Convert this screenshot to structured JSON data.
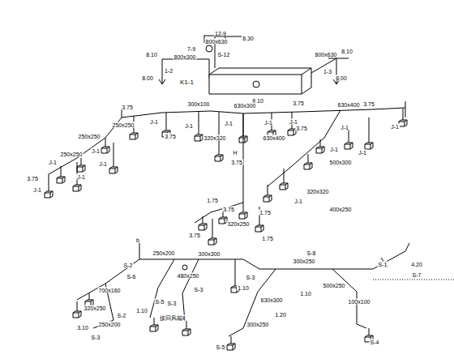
{
  "diagram": {
    "nodes": [
      {
        "text": [
          "K1-1"
        ]
      }
    ],
    "labels": [
      "12-9",
      "800x630",
      "8.30",
      "7-9",
      "S-12",
      "8.10",
      "800x300",
      "800x630",
      "8.10",
      "1-2",
      "8.00",
      "1-3",
      "8.00",
      "8.10",
      "3.75",
      "300x100",
      "630x300",
      "3.75",
      "630x400",
      "3.75",
      "250x250",
      "J-1",
      "J-1",
      "J-1",
      "J-1",
      "J-1",
      "250x250",
      "J-1",
      "J-1",
      "250x250",
      "J-1",
      "J-1",
      "3.75",
      "J-1",
      "320x320",
      "3.75",
      "H",
      "3.75",
      "630x400",
      "3.75",
      "J-1",
      "J-1",
      "J-1",
      "500x300",
      "J-1",
      "320x320",
      "400x250",
      "J-1",
      "1.75",
      "3.75",
      "320x250",
      "1.75",
      "3.75",
      "1.75",
      "b",
      "S-2",
      "250x200",
      "S-6",
      "300x300",
      "1.10",
      "700x160",
      "S-5",
      "320x250",
      "S-2",
      "250x200",
      "3.10",
      "S-3",
      "480x250",
      "S-3",
      "接回风箱Ⅱ",
      "S-3",
      "S-3",
      "1.10",
      "630x300",
      "1.20",
      "300x250",
      "S-8",
      "500x250",
      "1.10",
      "100x100",
      "S-1",
      "4.20",
      "S-7",
      "S-4",
      "300x250",
      "S-5"
    ]
  }
}
